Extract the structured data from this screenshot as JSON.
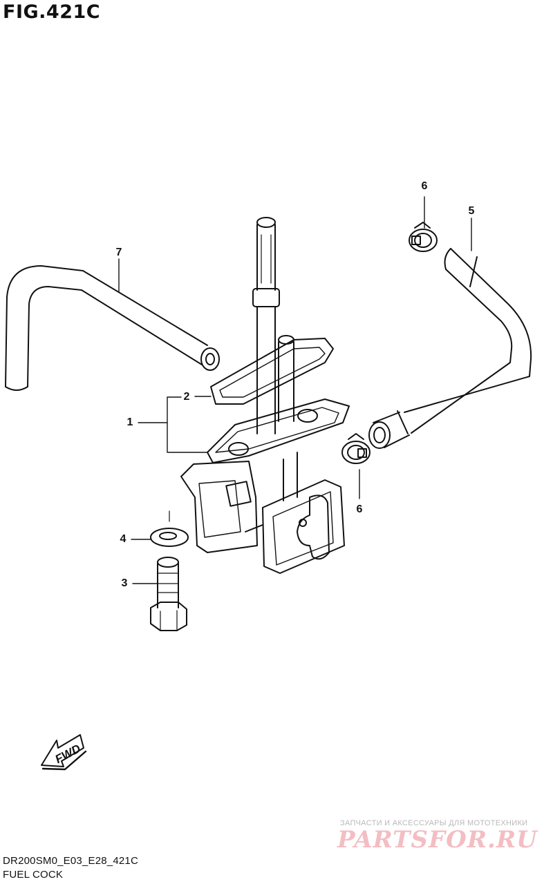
{
  "figure": {
    "title": "FIG.421C",
    "code": "DR200SM0_E03_E28_421C",
    "caption": "FUEL COCK",
    "direction_label": "FWD"
  },
  "callouts": [
    "1",
    "2",
    "3",
    "4",
    "5",
    "6",
    "6",
    "7"
  ],
  "watermark": {
    "tagline": "ЗАПЧАСТИ И АКСЕССУАРЫ ДЛЯ МОТОТЕХНИКИ",
    "logo": "PARTSFOR.RU"
  }
}
